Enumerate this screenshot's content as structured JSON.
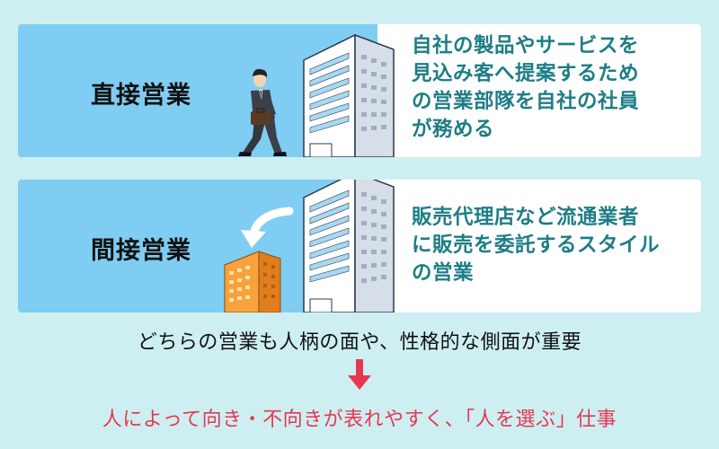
{
  "rows": [
    {
      "label": "直接営業",
      "description_lines": [
        "自社の製品やサービスを",
        "見込み客へ提案するため",
        "の営業部隊を自社の社員",
        "が務める"
      ]
    },
    {
      "label": "間接営業",
      "description_lines": [
        "販売代理店など流通業者",
        "に販売を委託するスタイル",
        "の営業"
      ]
    }
  ],
  "summary": "どちらの営業も人柄の面や、性格的な側面が重要",
  "conclusion": "人によって向き・不向きが表れやすく、「人を選ぶ」仕事",
  "colors": {
    "background": "#cdeff2",
    "label_panel": "#7fcdf2",
    "description_text": "#1e7d86",
    "accent": "#e8364f",
    "small_building": "#f7a23c",
    "arrow_white": "#ffffff"
  },
  "icons": [
    "office-building-icon",
    "businessman-walking-icon",
    "curved-arrow-icon",
    "small-building-icon",
    "down-arrow-icon"
  ]
}
